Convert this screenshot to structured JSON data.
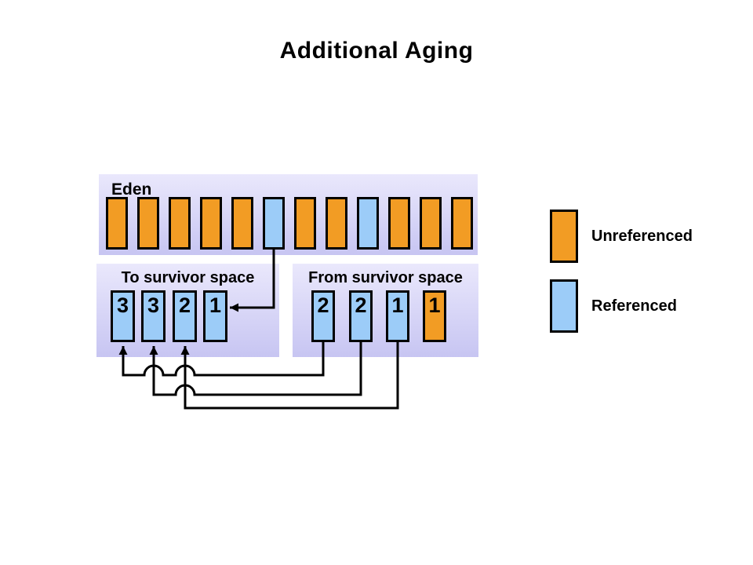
{
  "title": "Additional Aging",
  "colors": {
    "background": "#FFFFFF",
    "text": "#000000",
    "line": "#000000",
    "unreferenced_fill": "#F29C24",
    "referenced_fill": "#9CCCF8",
    "panel_gradient_top": "#EAE8FC",
    "panel_gradient_bottom": "#C7C5F2"
  },
  "eden": {
    "label": "Eden",
    "cells": [
      {
        "state": "unreferenced"
      },
      {
        "state": "unreferenced"
      },
      {
        "state": "unreferenced"
      },
      {
        "state": "unreferenced"
      },
      {
        "state": "unreferenced"
      },
      {
        "state": "referenced"
      },
      {
        "state": "unreferenced"
      },
      {
        "state": "unreferenced"
      },
      {
        "state": "referenced"
      },
      {
        "state": "unreferenced"
      },
      {
        "state": "unreferenced"
      },
      {
        "state": "unreferenced"
      }
    ]
  },
  "to_survivor": {
    "label": "To survivor space",
    "cells": [
      {
        "age": "3",
        "state": "referenced"
      },
      {
        "age": "3",
        "state": "referenced"
      },
      {
        "age": "2",
        "state": "referenced"
      },
      {
        "age": "1",
        "state": "referenced"
      }
    ]
  },
  "from_survivor": {
    "label": "From survivor space",
    "cells": [
      {
        "age": "2",
        "state": "referenced"
      },
      {
        "age": "2",
        "state": "referenced"
      },
      {
        "age": "1",
        "state": "referenced"
      },
      {
        "age": "1",
        "state": "unreferenced"
      }
    ]
  },
  "transfers": {
    "survivor_to_survivor": [
      {
        "from_cell": 0,
        "to_cell": 0
      },
      {
        "from_cell": 1,
        "to_cell": 1
      },
      {
        "from_cell": 2,
        "to_cell": 2
      }
    ],
    "eden_to_survivor": [
      {
        "eden_cell": 5,
        "to_cell": 3
      }
    ]
  },
  "legend": {
    "items": [
      {
        "label": "Unreferenced",
        "state": "unreferenced"
      },
      {
        "label": "Referenced",
        "state": "referenced"
      }
    ]
  }
}
